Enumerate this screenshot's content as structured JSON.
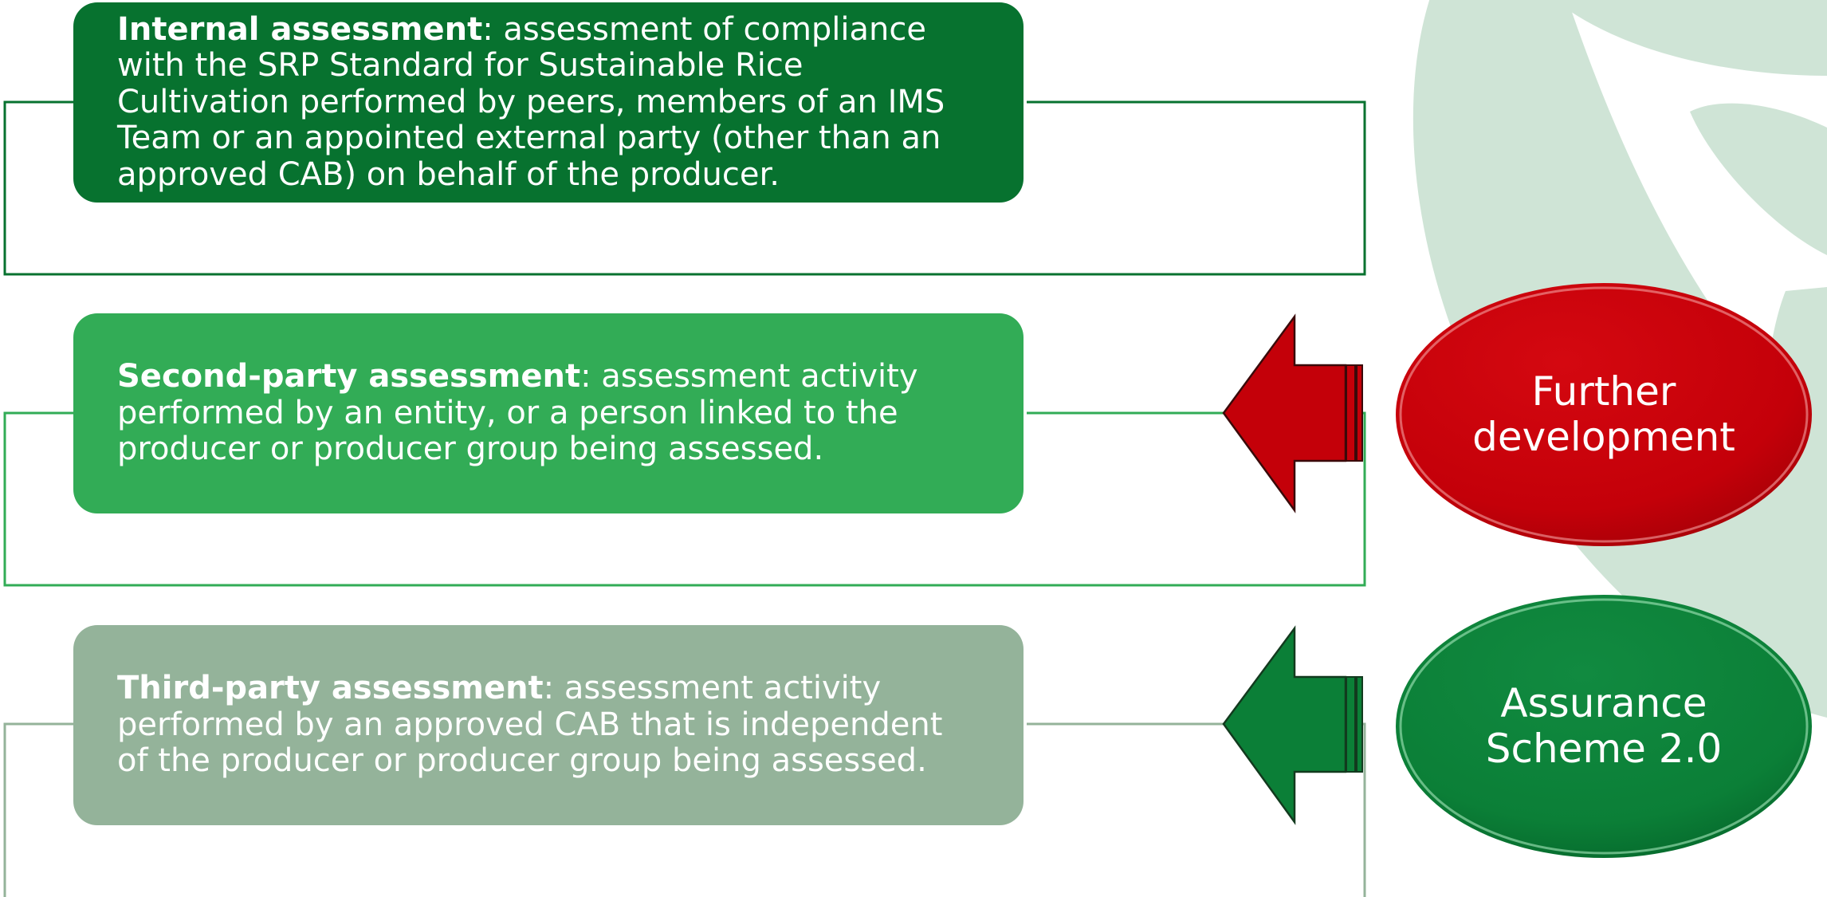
{
  "colors": {
    "internal_box": "#07722f",
    "second_box": "#32ac56",
    "third_box": "#94b39a",
    "further_oval": "#c40009",
    "assurance_oval": "#0b7f37",
    "leaf_decoration": "#cfe4d6"
  },
  "assessments": [
    {
      "term": "Internal assessment",
      "sep": ":",
      "description": " assessment of compliance with the SRP Standard for Sustainable Rice Cultivation performed by peers, members of an IMS Team or an appointed external party (other than an approved CAB) on behalf of the producer."
    },
    {
      "term": "Second-party assessment",
      "sep": ":",
      "description": " assessment activity performed by an entity, or a person linked to the producer or producer group being assessed."
    },
    {
      "term": "Third-party assessment",
      "sep": ":",
      "description": " assessment activity performed by an approved CAB that is independent of the producer or producer group being assessed."
    }
  ],
  "ovals": [
    {
      "lines": [
        "Further",
        "development"
      ],
      "arrow_icon": "left-arrow-icon"
    },
    {
      "lines": [
        "Assurance",
        "Scheme 2.0"
      ],
      "arrow_icon": "left-arrow-icon"
    }
  ]
}
